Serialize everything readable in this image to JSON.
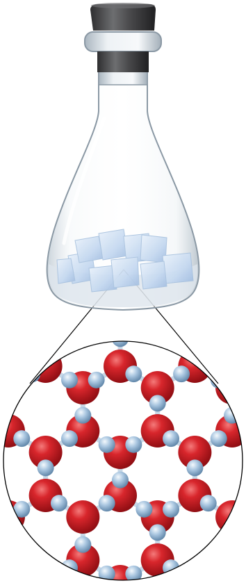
{
  "figure": {
    "subject": "flask-with-ice-and-molecular-view",
    "colors": {
      "background": "#ffffff",
      "stopper_dark": "#3a3a3c",
      "stopper_light": "#6d6e70",
      "glass_edge": "#8a98a4",
      "glass_fill": "#eef2f5",
      "ice": "#c9dcf2",
      "ice_edge": "#a7c1de",
      "oxygen": "#cc1d24",
      "oxygen_highlight": "#f2595a",
      "hydrogen": "#a9c6e0",
      "hydrogen_highlight": "#eaf3fb",
      "bond": "#b9cde0",
      "zoom_lines": "#000000"
    },
    "icons": [
      "flask",
      "stopper",
      "ice-cubes",
      "water-molecule-lattice"
    ]
  }
}
